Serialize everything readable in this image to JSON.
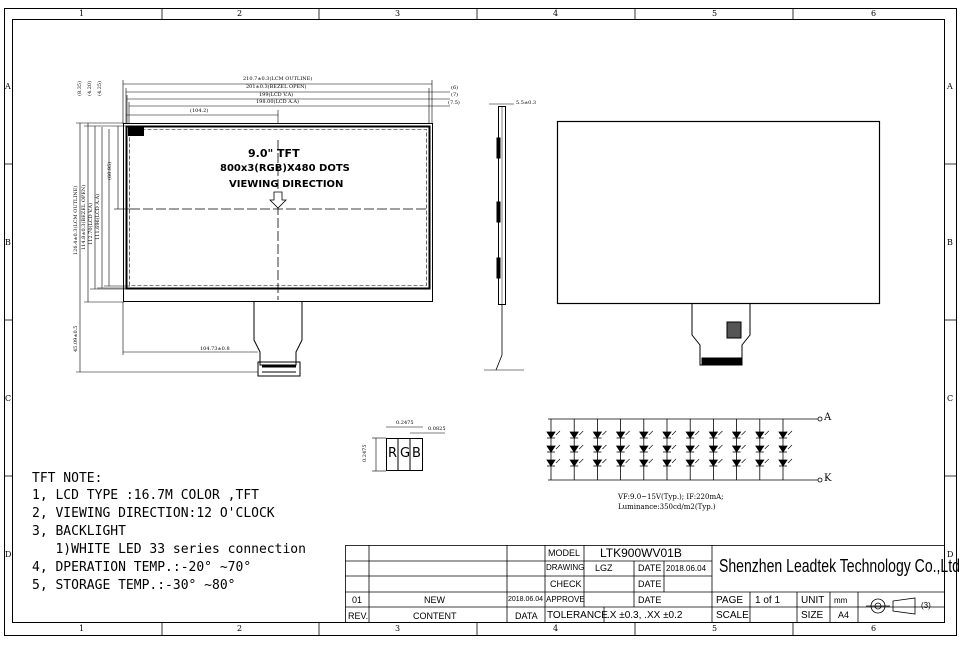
{
  "frame": {
    "columns": [
      "1",
      "2",
      "3",
      "4",
      "5",
      "6"
    ],
    "rows": [
      "A",
      "B",
      "C",
      "D"
    ]
  },
  "front_view": {
    "dims": {
      "outline_w": "210.7±0.3(LCM OUTLINE)",
      "bezel_w": "201±0.3(BEZEL OPEN)",
      "va_w": "199(LCD V.A)",
      "aa_w": "198.00(LCD A.A)",
      "off_6": "(6)",
      "off_7": "(7)",
      "off_75": "(7.5)",
      "half_w": "(104.2)",
      "left_a": "(8.35)",
      "left_b": "(4.20)",
      "left_c": "(4.25)",
      "outline_h": "126.4±0.3(LCM OUTLINE)",
      "bezel_h": "114.8±0.3(BEZEL OPEN)",
      "va_h": "112.70(LCD V.A)",
      "aa_h": "111.696(LCD A.A)",
      "half_h": "(60.95)",
      "fpc_len": "45.09±0.5",
      "fpc_pos": "104.73±0.8"
    },
    "title_line1": "9.0\" TFT",
    "title_line2": "800x3(RGB)X480 DOTS",
    "title_line3": "VIEWING DIRECTION"
  },
  "side_view": {
    "thickness": "5.5±0.3"
  },
  "pixel": {
    "pitch": "0.2475",
    "sub_pitch": "0.0825",
    "height": "0.2475",
    "cells": [
      "R",
      "G",
      "B"
    ]
  },
  "backlight": {
    "anode": "A",
    "cathode": "K",
    "spec_line1": "VF:9.0~15V(Typ.);  IF:220mA;",
    "spec_line2": "Luminance:350cd/m2(Typ.)"
  },
  "notes": {
    "title": "TFT NOTE:",
    "lines": [
      "1, LCD TYPE :16.7M COLOR ,TFT",
      "2, VIEWING DIRECTION:12 O'CLOCK",
      "3, BACKLIGHT",
      "   1)WHITE LED 33 series connection",
      "4, DPERATION TEMP.:-20° ~70°",
      "5, STORAGE TEMP.:-30° ~80°"
    ]
  },
  "title_block": {
    "model_label": "MODEL",
    "model_value": "LTK900WV01B",
    "drawing_label": "DRAWING",
    "drawing_value": "LGZ",
    "date_label": "DATE",
    "date_value": "2018.06.04",
    "check_label": "CHECK",
    "approve_label": "APPROVE",
    "company": "Shenzhen Leadtek Technology Co.,Ltd",
    "rev_value": "01",
    "content_value": "NEW",
    "data_value": "2018.06.04",
    "rev_label": "REV.",
    "content_label": "CONTENT",
    "data_label": "DATA",
    "tolerance_label": "TOLERANCE",
    "tolerance_value": ".X ±0.3, .XX ±0.2",
    "page_label": "PAGE",
    "page_value": "1 of 1",
    "unit_label": "UNIT",
    "unit_value": "mm",
    "scale_label": "SCALE",
    "size_label": "SIZE",
    "size_value": "A4",
    "projection_mark": "(3)"
  }
}
